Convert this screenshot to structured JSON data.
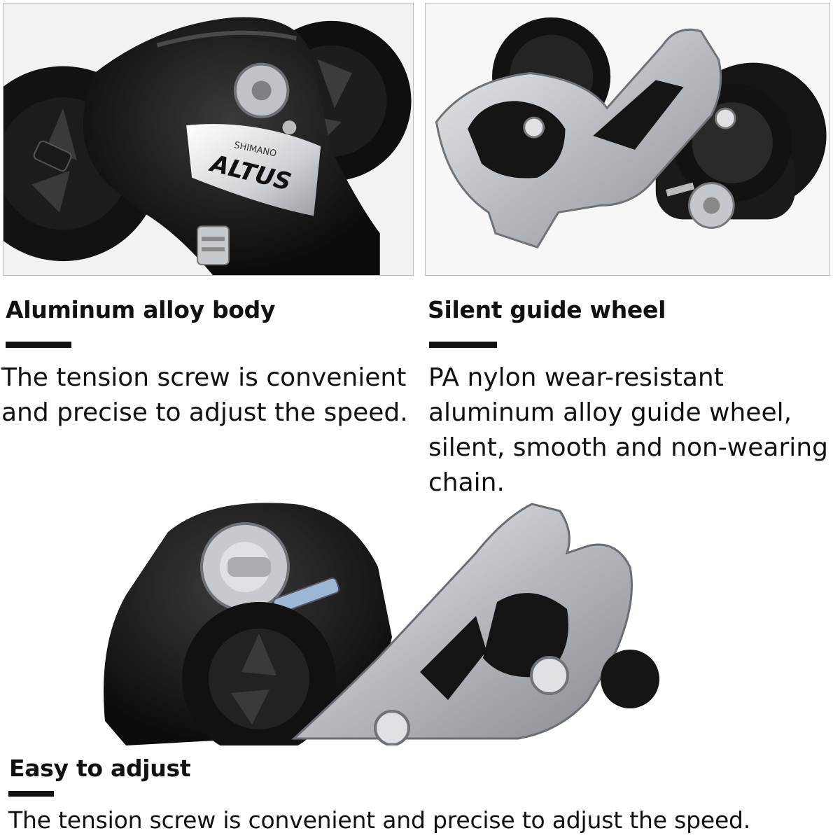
{
  "panels": [
    {
      "heading": "Aluminum alloy body",
      "lines": [
        "The tension screw is convenient",
        "and precise to adjust the speed."
      ]
    },
    {
      "heading": "Silent guide wheel",
      "lines": [
        "PA nylon wear-resistant",
        "aluminum alloy guide wheel,",
        "silent, smooth and non-wearing",
        "chain."
      ]
    }
  ],
  "bottom": {
    "heading": "Easy to adjust",
    "text": "The tension screw is convenient and precise to adjust the speed."
  },
  "logo": {
    "brand": "SHIMANO",
    "model": "ALTUS"
  },
  "colors": {
    "metal": "#c9ccd0",
    "black_body": "#141414",
    "text": "#111111",
    "frame_border": "#bdbdbd"
  }
}
